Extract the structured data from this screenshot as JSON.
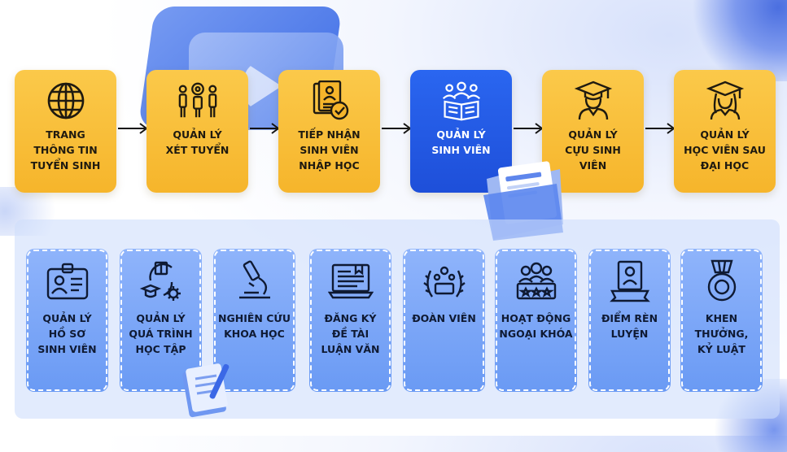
{
  "top_steps": [
    {
      "label": "TRANG\nTHÔNG TIN\nTUYỂN SINH",
      "icon": "globe-icon",
      "active": false
    },
    {
      "label": "QUẢN LÝ\nXÉT TUYỂN",
      "icon": "candidates-icon",
      "active": false
    },
    {
      "label": "TIẾP NHẬN\nSINH VIÊN\nNHẬP HỌC",
      "icon": "admission-document-icon",
      "active": false
    },
    {
      "label": "QUẢN LÝ\nSINH VIÊN",
      "icon": "students-book-icon",
      "active": true
    },
    {
      "label": "QUẢN LÝ\nCỰU SINH\nVIÊN",
      "icon": "graduate-icon",
      "active": false
    },
    {
      "label": "QUẢN LÝ\nHỌC VIÊN SAU\nĐẠI HỌC",
      "icon": "postgraduate-icon",
      "active": false
    }
  ],
  "sub_modules": [
    {
      "label": "QUẢN LÝ\nHỒ SƠ\nSINH VIÊN",
      "icon": "id-card-icon"
    },
    {
      "label": "QUẢN LÝ\nQUÁ TRÌNH\nHỌC TẬP",
      "icon": "learning-process-icon"
    },
    {
      "label": "NGHIÊN CỨU\nKHOA HỌC",
      "icon": "microscope-icon"
    },
    {
      "label": "ĐĂNG KÝ\nĐỀ TÀI\nLUẬN VĂN",
      "icon": "thesis-book-icon"
    },
    {
      "label": "ĐOÀN VIÊN",
      "icon": "youth-union-icon"
    },
    {
      "label": "HOẠT ĐỘNG\nNGOẠI KHÓA",
      "icon": "activity-group-icon"
    },
    {
      "label": "ĐIỂM RÈN\nLUYỆN",
      "icon": "certificate-icon"
    },
    {
      "label": "KHEN\nTHƯỞNG,\nKỶ LUẬT",
      "icon": "medal-icon"
    }
  ],
  "colors": {
    "step": "#f6b52b",
    "active": "#2a66f0",
    "module": "#7ea6f7",
    "panel": "#cedcfc"
  }
}
